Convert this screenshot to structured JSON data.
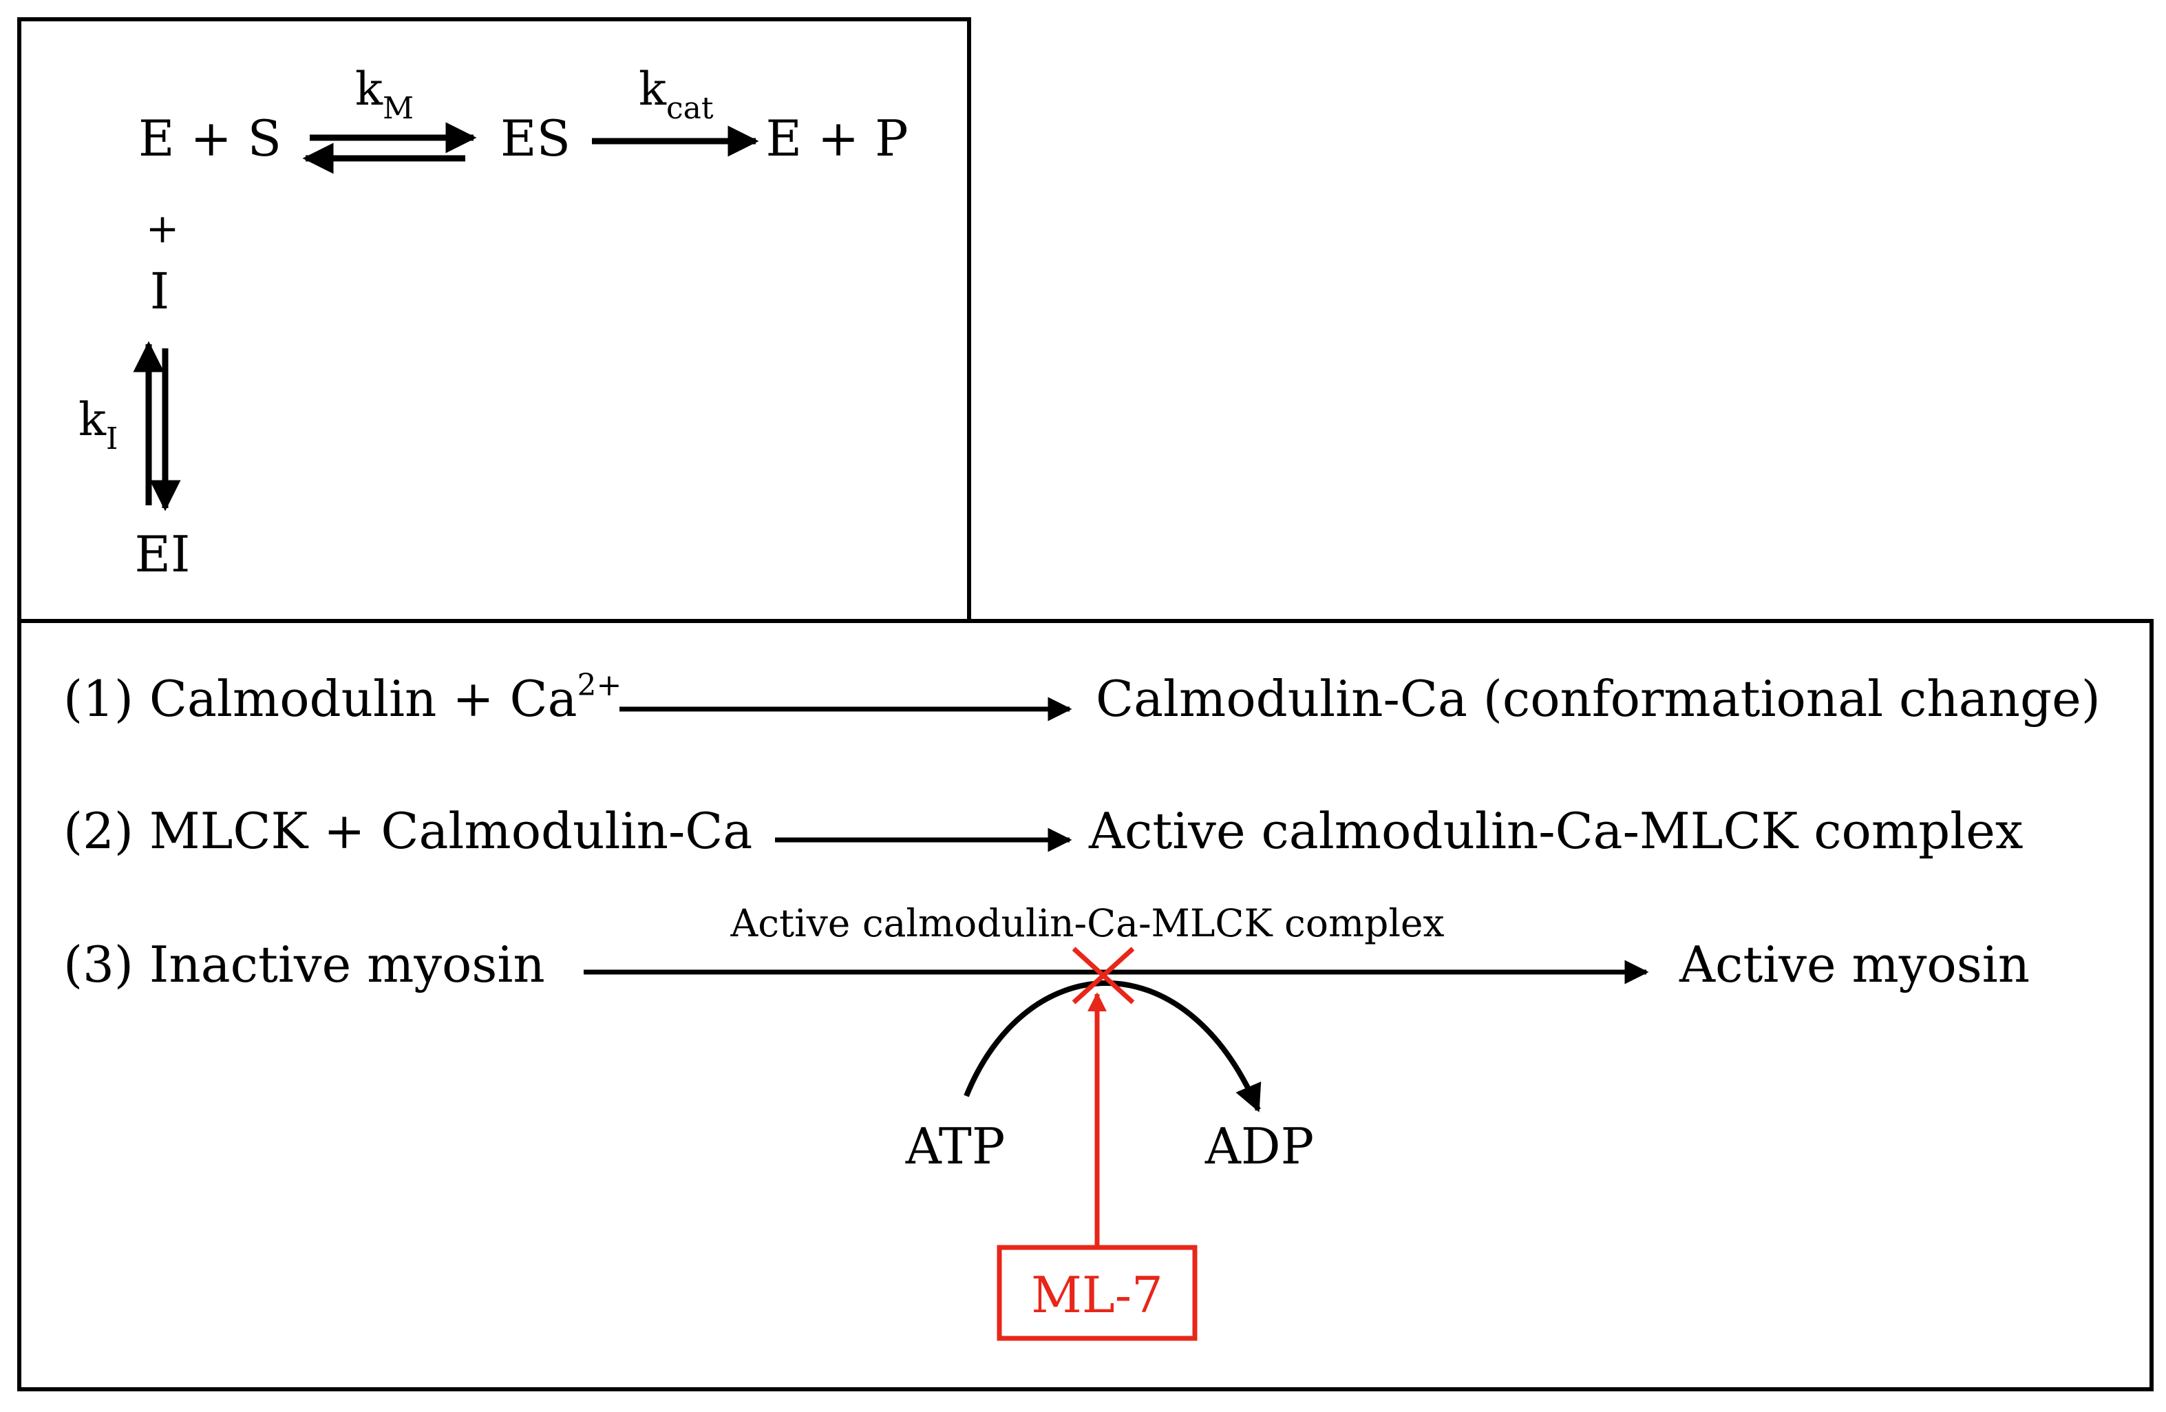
{
  "kinetics": {
    "e_plus_s": "E + S",
    "k_m_base": "k",
    "k_m_sub": "M",
    "es": "ES",
    "k_cat_base": "k",
    "k_cat_sub": "cat",
    "e_plus_p": "E + P",
    "plus": "+",
    "inhibitor": "I",
    "k_i_base": "k",
    "k_i_sub": "I",
    "ei": "EI"
  },
  "pathway": {
    "step1_left": "(1) Calmodulin + Ca",
    "step1_sup": "2+",
    "step1_right": "Calmodulin-Ca (conformational change)",
    "step2_left": "(2) MLCK + Calmodulin-Ca",
    "step2_right": "Active calmodulin-Ca-MLCK complex",
    "step3_left": "(3) Inactive myosin",
    "step3_catalyst": "Active calmodulin-Ca-MLCK complex",
    "step3_right": "Active myosin",
    "atp": "ATP",
    "adp": "ADP",
    "inhibitor_name": "ML-7"
  },
  "colors": {
    "line": "#000000",
    "inhibitor": "#e8261a"
  }
}
